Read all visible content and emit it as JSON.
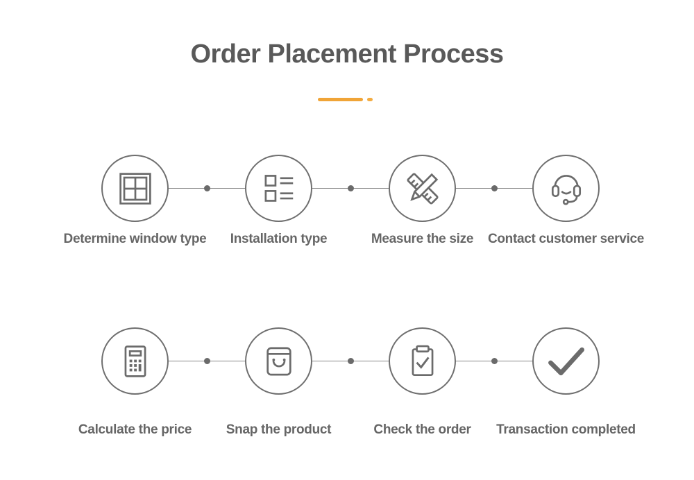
{
  "page": {
    "title": "Order Placement Process",
    "background_color": "#ffffff"
  },
  "accent": {
    "underline_color": "#F0A437",
    "underline_dot_color": "#F3AC42"
  },
  "colors": {
    "title_text": "#595959",
    "label_text": "#666666",
    "icon_stroke": "#6b6b6b",
    "circle_border": "#6f6f6f",
    "connector_line": "#858585",
    "connector_dot": "#6a6a6a"
  },
  "rows": [
    {
      "steps": [
        {
          "label": "Determine window type",
          "icon": "window-icon"
        },
        {
          "label": "Installation type",
          "icon": "list-icon"
        },
        {
          "label": "Measure the size",
          "icon": "ruler-pencil-icon"
        },
        {
          "label": "Contact customer service",
          "icon": "headset-icon"
        }
      ]
    },
    {
      "steps": [
        {
          "label": "Calculate the price",
          "icon": "calculator-icon"
        },
        {
          "label": "Snap the product",
          "icon": "shopping-bag-icon"
        },
        {
          "label": "Check the order",
          "icon": "clipboard-check-icon"
        },
        {
          "label": "Transaction completed",
          "icon": "checkmark-icon"
        }
      ]
    }
  ]
}
